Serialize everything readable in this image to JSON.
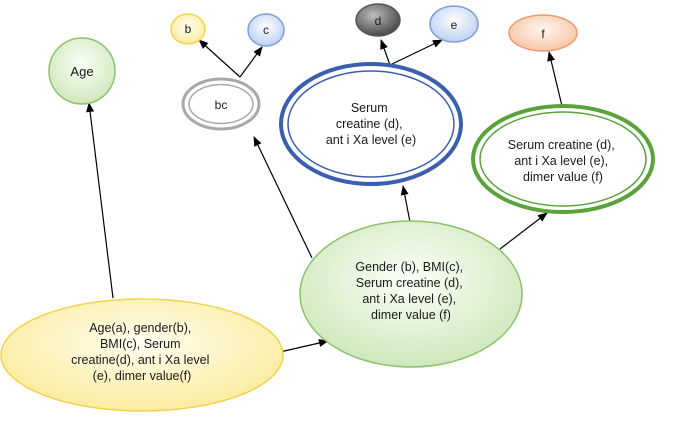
{
  "nodes": {
    "root": {
      "lines": [
        "Age(a), gender(b),",
        "BMI(c), Serum",
        "creatine(d), ant i Xa level",
        "(e), dimer value(f)"
      ]
    },
    "mid": {
      "lines": [
        "Gender (b), BMI(c),",
        "Serum creatine (d),",
        "ant i Xa level (e),",
        "dimer value (f)"
      ]
    },
    "age": {
      "lines": [
        "Age"
      ]
    },
    "bc": {
      "lines": [
        "bc"
      ]
    },
    "b": {
      "lines": [
        "b"
      ]
    },
    "c": {
      "lines": [
        "c"
      ]
    },
    "de": {
      "lines": [
        "Serum",
        "creatine (d),",
        "ant i Xa level (e)"
      ]
    },
    "d": {
      "lines": [
        "d"
      ]
    },
    "e": {
      "lines": [
        "e"
      ]
    },
    "ef": {
      "lines": [
        "Serum creatine (d),",
        "ant i Xa level (e),",
        "dimer value (f)"
      ]
    },
    "f": {
      "lines": [
        "f"
      ]
    }
  },
  "colors": {
    "yellow_fill": "#fbf0b0",
    "yellow_stroke": "#f2d24a",
    "green_fill": "#dff0d2",
    "green_stroke": "#8cc26a",
    "dark_green": "#5aa33a",
    "blue_stroke": "#3a5fb0",
    "light_blue_fill": "#d9e4f7",
    "light_blue_stroke": "#7e9fd8",
    "gray_stroke": "#a8a8a8",
    "dark_gray_fill": "#6b6b6b",
    "orange_fill": "#fcd9c4",
    "orange_stroke": "#ec9a6e",
    "arrow": "#000000"
  }
}
